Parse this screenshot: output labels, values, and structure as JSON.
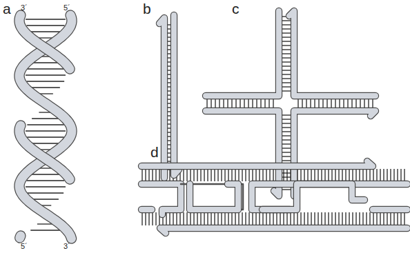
{
  "diagram": {
    "labels": [
      "a",
      "3´",
      "5´",
      "b",
      "c",
      "d",
      "5´",
      "3´"
    ]
  }
}
